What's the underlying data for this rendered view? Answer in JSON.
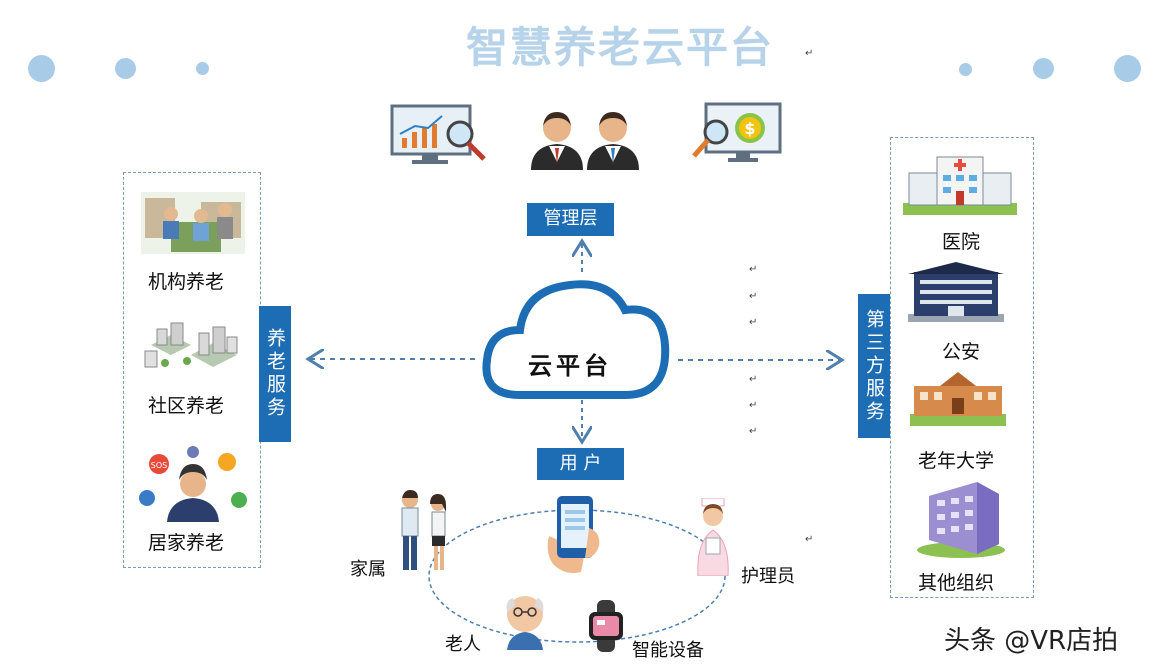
{
  "title": "智慧养老云平台",
  "top": {
    "management_label": "管理层"
  },
  "center": {
    "cloud_label": "云平台",
    "user_label": "用 户"
  },
  "left_panel": {
    "tab_label": "养老服务",
    "items": [
      {
        "label": "机构养老"
      },
      {
        "label": "社区养老"
      },
      {
        "label": "居家养老"
      }
    ]
  },
  "right_panel": {
    "tab_label": "第三方服务",
    "items": [
      {
        "label": "医院"
      },
      {
        "label": "公安"
      },
      {
        "label": "老年大学"
      },
      {
        "label": "其他组织"
      }
    ]
  },
  "users": {
    "family": "家属",
    "caregiver": "护理员",
    "elderly": "老人",
    "device": "智能设备"
  },
  "watermark": "头条 @VR店拍",
  "colors": {
    "primary_blue": "#1c6db4",
    "title_blue": "#b7d3ea",
    "dot_blue": "#a8cce8"
  }
}
